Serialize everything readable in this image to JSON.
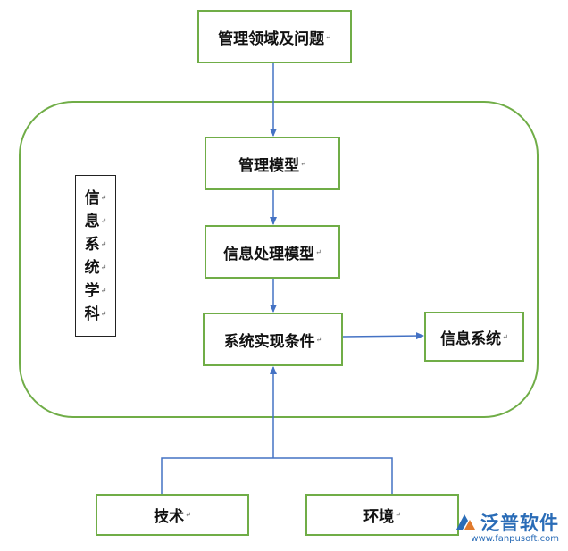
{
  "nodes": {
    "problem": "管理领域及问题",
    "model": "管理模型",
    "info_model": "信息处理模型",
    "conditions": "系统实现条件",
    "system": "信息系统",
    "tech": "技术",
    "env": "环境"
  },
  "return_mark": "↵",
  "discipline_chars": [
    "信",
    "息",
    "系",
    "统",
    "学",
    "科"
  ],
  "watermark": {
    "name": "泛普软件",
    "url": "www.fanpusoft.com"
  },
  "colors": {
    "box_border": "#70ad47",
    "container_border": "#70ad47",
    "arrow": "#4472c4",
    "watermark": "#2a6cb7"
  }
}
